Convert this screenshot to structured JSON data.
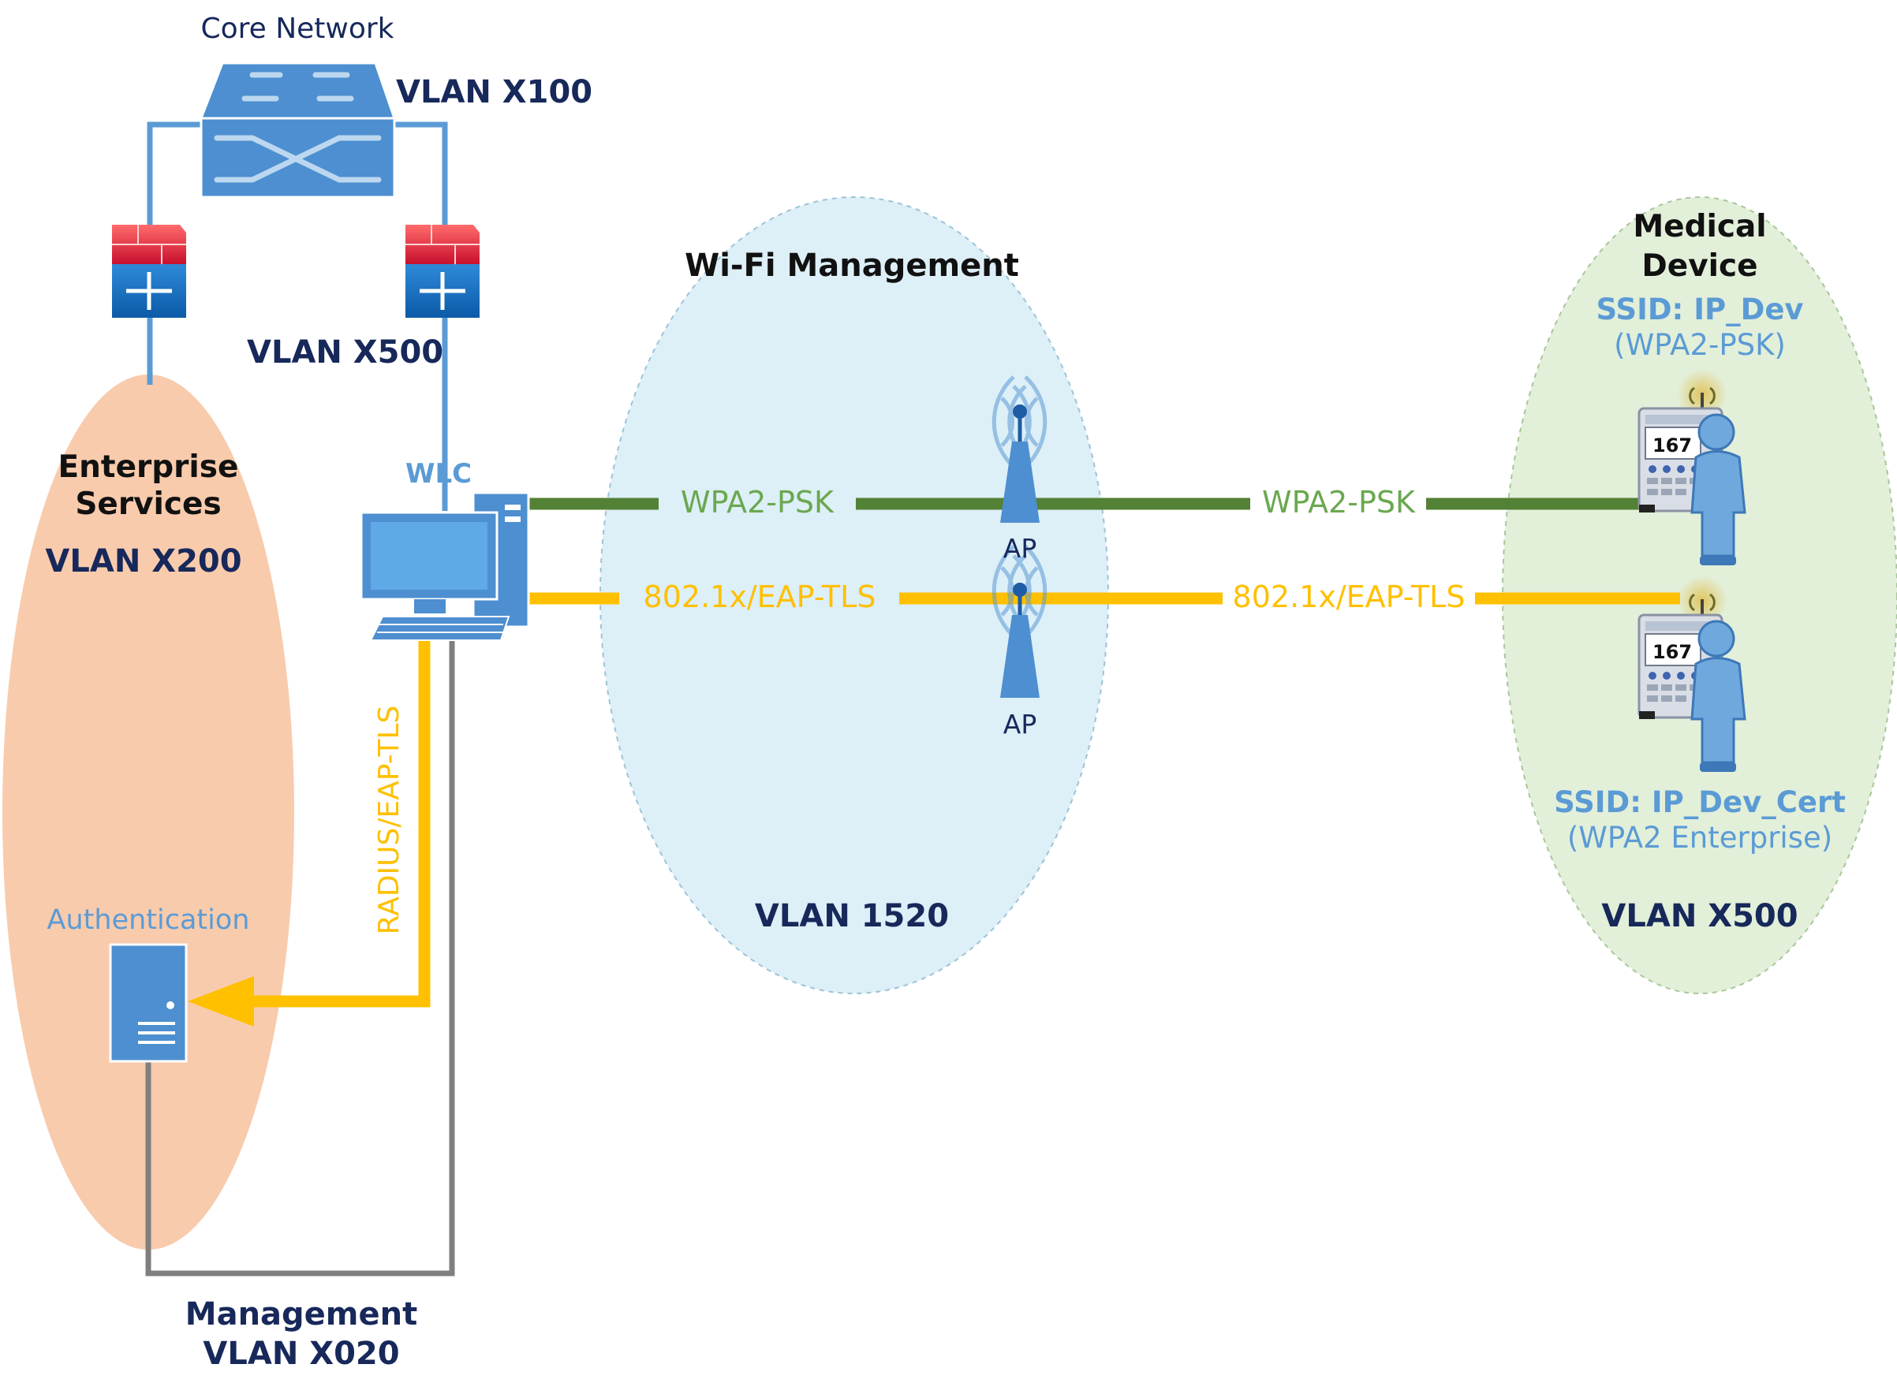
{
  "labels": {
    "core_network": "Core Network",
    "vlan_x100": "VLAN X100",
    "vlan_x500_top": "VLAN X500",
    "enterprise_services": [
      "Enterprise",
      "Services"
    ],
    "vlan_x200": "VLAN X200",
    "wlc": "WLC",
    "wifi_management": "Wi-Fi Management",
    "vlan_1520": "VLAN 1520",
    "medical_device": [
      "Medical",
      "Device"
    ],
    "ssid_ip_dev": "SSID: IP_Dev",
    "ssid_ip_dev_mode": "(WPA2-PSK)",
    "ssid_ip_dev_cert": "SSID: IP_Dev_Cert",
    "ssid_ip_dev_cert_mode": "(WPA2 Enterprise)",
    "vlan_x500_right": "VLAN X500",
    "authentication": "Authentication",
    "radius": "RADIUS/EAP-TLS",
    "wpa2_psk_left": "WPA2-PSK",
    "wpa2_psk_right": "WPA2-PSK",
    "eap_left": "802.1x/EAP-TLS",
    "eap_right": "802.1x/EAP-TLS",
    "ap_top": "AP",
    "ap_bottom": "AP",
    "management": [
      "Management",
      "VLAN X020"
    ],
    "pump_reading_top": "167",
    "pump_reading_bottom": "167"
  },
  "colors": {
    "link_blue": "#5b9bd5",
    "psk_green": "#538135",
    "eap_gold": "#ffc000",
    "mgmt_gray": "#7f7f7f",
    "enterprise_zone": "#f8cbad",
    "wifi_zone": "#ddeff7",
    "medical_zone": "#e2efd9",
    "navy_text": "#17285a",
    "firewall_red": "#e8303a"
  },
  "icons": [
    "switch-icon",
    "firewall-icon",
    "wlc-computer-icon",
    "access-point-icon",
    "server-icon",
    "infusion-pump-icon",
    "person-icon"
  ]
}
